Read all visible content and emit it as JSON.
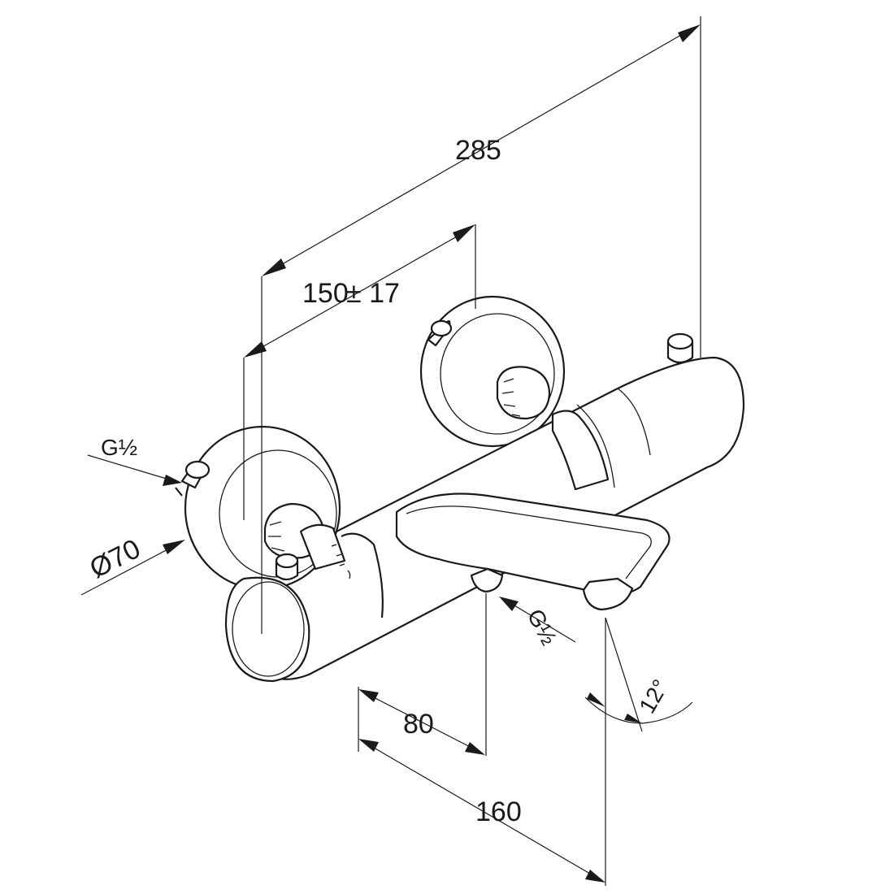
{
  "dimensions": {
    "overall_length": "285",
    "inlet_spacing": "150",
    "inlet_spacing_tolerance": "± 17",
    "spout_offset": "80",
    "spout_reach": "160",
    "flange_diameter": "Ø70",
    "inlet_thread": "G½",
    "outlet_thread": "G½",
    "spout_angle": "12°"
  },
  "colors": {
    "line": "#1a1a1a",
    "background": "#ffffff"
  }
}
